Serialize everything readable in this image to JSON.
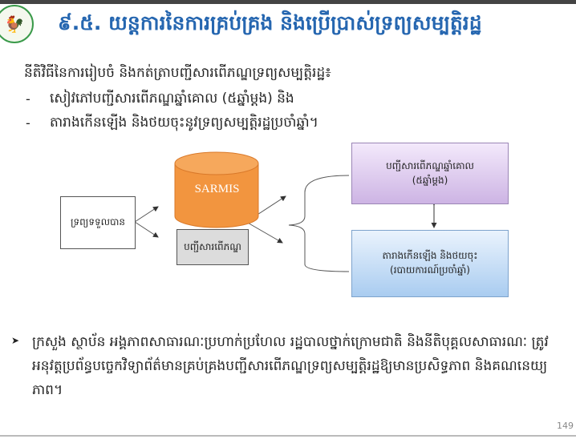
{
  "header": {
    "title": "៩.៥. យន្តការនៃការគ្រប់គ្រង និងប្រើប្រាស់ទ្រព្យសម្បត្តិរដ្ឋ",
    "logo_icon": "ministry-seal-logo"
  },
  "intro": {
    "heading": "នីតិវិធីនៃការរៀបចំ និងកត់ត្រាបញ្ជីសារពើភណ្ឌទ្រព្យសម្បត្តិរដ្ឋ៖",
    "items": [
      {
        "marker": "-",
        "text": "សៀវភៅបញ្ជីសារពើភណ្ឌឆ្នាំគោល (៥ឆ្នាំម្តង) និង"
      },
      {
        "marker": "-",
        "text": "តារាងកើនឡើង និងថយចុះនូវទ្រព្យសម្បត្តិរដ្ឋប្រចាំឆ្នាំ។"
      }
    ]
  },
  "diagram": {
    "received_assets": "ទ្រព្យទទួលបាន",
    "database": "SARMIS",
    "inventory": "បញ្ជីសារពើភណ្ឌ",
    "base_year_line1": "បញ្ជីសារពើភណ្ឌឆ្នាំគោល",
    "base_year_line2": "(៥ឆ្នាំម្តង)",
    "changes_line1": "តារាងកើនឡើង និងថយចុះ",
    "changes_line2": "(របាយការណ៍ប្រចាំឆ្នាំ)",
    "colors": {
      "database": "#f2953f",
      "purple": "#cdb4e4",
      "blue": "#a9ccf0",
      "gray": "#dcdcdc"
    }
  },
  "bottom": {
    "marker": "➤",
    "text": "ក្រសួង ស្ថាប័ន អង្គភាពសាធារណៈប្រហាក់ប្រហែល រដ្ឋបាលថ្នាក់ក្រោមជាតិ និងនីតិបុគ្គលសាធារណៈ ត្រូវអនុវត្តប្រព័ន្ធបច្ចេកវិទ្យាព័ត៌មានគ្រប់គ្រងបញ្ជីសារពើភណ្ឌទ្រព្យសម្បត្តិរដ្ឋឱ្យមានប្រសិទ្ធភាព និងគណនេយ្យភាព។"
  },
  "footer": {
    "page_number": "149"
  }
}
